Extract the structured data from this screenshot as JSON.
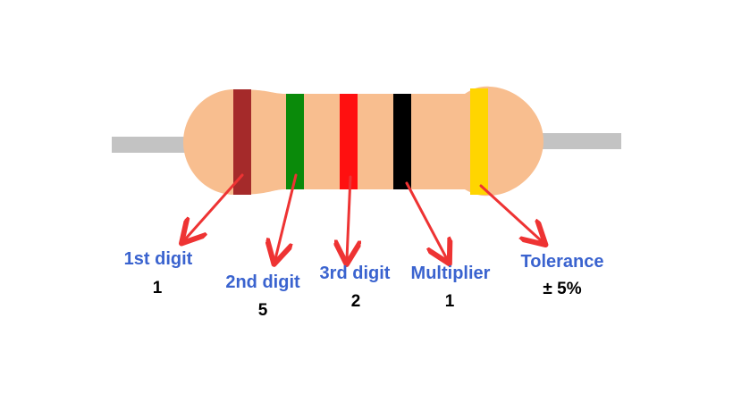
{
  "colors": {
    "body": "#f8be8f",
    "lead": "#c3c3c3",
    "arrow": "#ee3333",
    "label": "#3a63cf",
    "value": "#000000"
  },
  "bands": [
    {
      "name": "brown",
      "color": "#a52a2a"
    },
    {
      "name": "green",
      "color": "#0a8a0a"
    },
    {
      "name": "red",
      "color": "#ff1010"
    },
    {
      "name": "black",
      "color": "#000000"
    },
    {
      "name": "gold",
      "color": "#ffd500"
    }
  ],
  "labels": [
    {
      "title": "1st digit",
      "value": "1"
    },
    {
      "title": "2nd digit",
      "value": "5"
    },
    {
      "title": "3rd digit",
      "value": "2"
    },
    {
      "title": "Multiplier",
      "value": "1"
    },
    {
      "title": "Tolerance",
      "value": "± 5%"
    }
  ]
}
